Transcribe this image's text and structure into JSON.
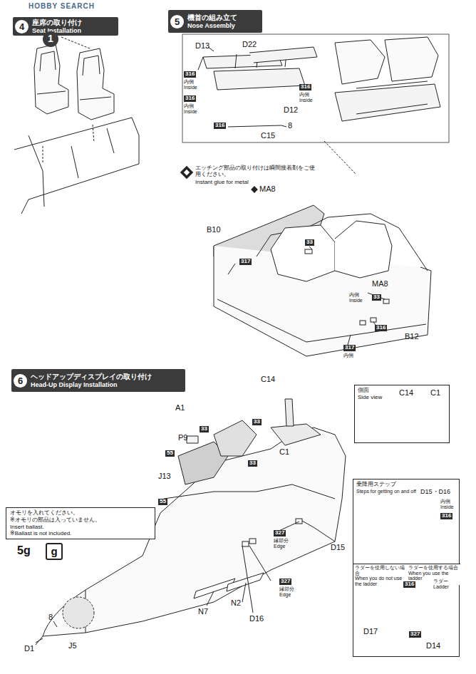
{
  "diagram": {
    "nodes": [
      {
        "text": [
          "4",
          "座席の取り付け",
          "Seat Installation"
        ]
      },
      {
        "text": [
          "5",
          "機首の組み立て",
          "Nose Assembly"
        ]
      },
      {
        "text": [
          "6",
          "ヘッドアップディスプレイの取り付け",
          "Head-Up Display Installation"
        ]
      },
      {
        "text": [
          "側面",
          "Side view",
          "C14",
          "C1"
        ]
      },
      {
        "text": [
          "オモリを入れてください。",
          "※オモリの部品は入っていません。",
          "Insert ballast.",
          "※Ballast is not included."
        ]
      },
      {
        "text": [
          "乗降用ステップ",
          "Steps for getting on and off"
        ]
      },
      {
        "text": [
          "ラダーを使用しない場合",
          "When you do not use the ladder"
        ],
        "in": 5
      },
      {
        "text": [
          "ラダーを使用する場合",
          "When you use the ladder"
        ],
        "in": 5
      }
    ],
    "labels": [
      "HOBBY SEARCH",
      "1",
      "D13",
      "D22",
      "316",
      "内側 Inside",
      "316",
      "内側 Inside",
      "316",
      "内側 Inside",
      "D12",
      "316",
      "8",
      "C15",
      "エッチング部品の取り付けは瞬間接着剤をご使用ください。",
      "Instant glue for metal",
      "MA8",
      "B10",
      "33",
      "317",
      "MA8",
      "内側 Inside",
      "33",
      "316",
      "B12",
      "317",
      "内側",
      "C14",
      "A1",
      "33",
      "33",
      "P9",
      "55",
      "33",
      "C1",
      "J13",
      "55",
      "5g",
      "g",
      "8",
      "D1",
      "J5",
      "N7",
      "N2",
      "D16",
      "327",
      "縁部分 Edge",
      "327",
      "縁部分 Edge",
      "D15",
      "D15・D16",
      "内側 Inside",
      "316",
      "D17",
      "316",
      "ラダー Ladder",
      "327",
      "D14"
    ]
  }
}
